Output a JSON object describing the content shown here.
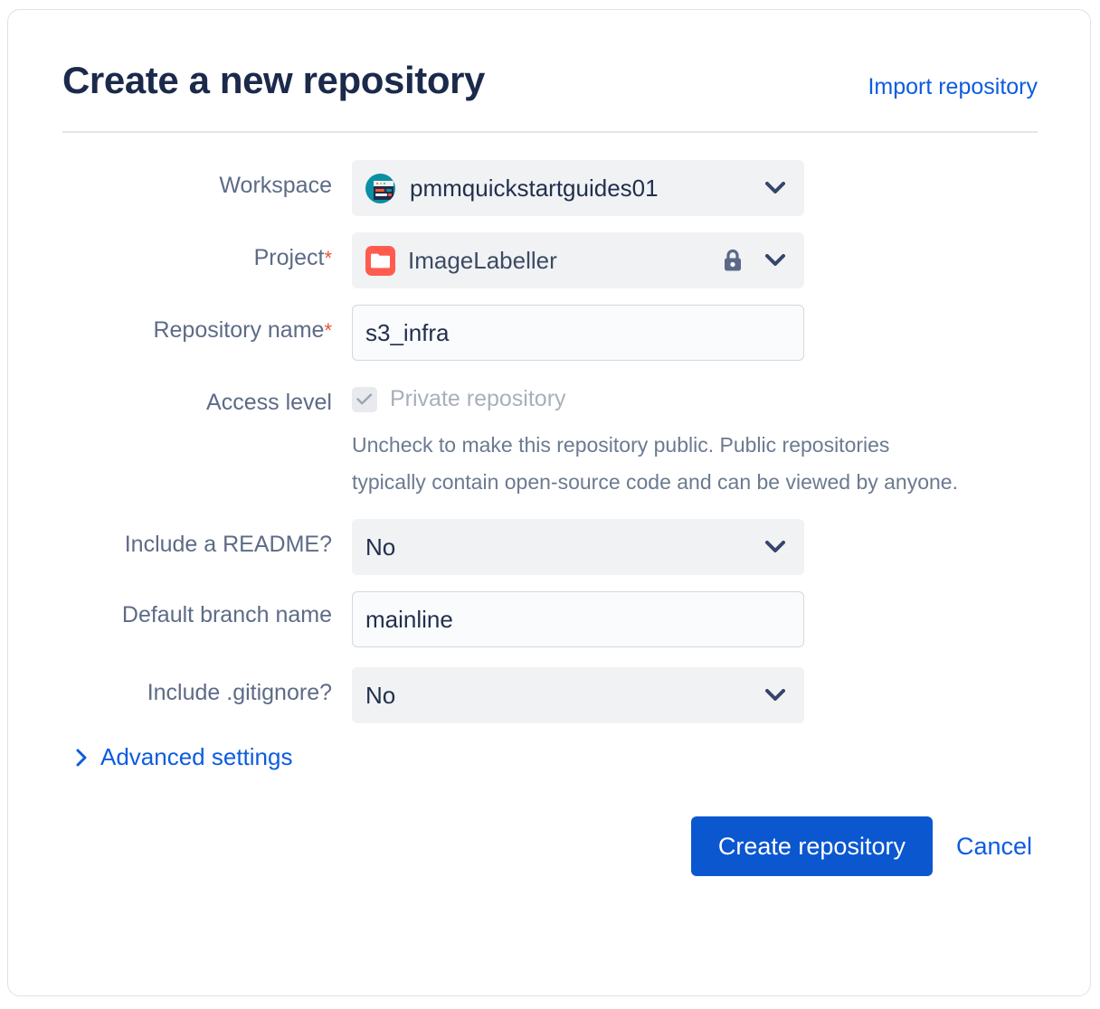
{
  "header": {
    "title": "Create a new repository",
    "import_link": "Import repository"
  },
  "form": {
    "workspace": {
      "label": "Workspace",
      "value": "pmmquickstartguides01",
      "avatar_icon": "workspace-avatar-icon",
      "chevron_icon": "chevron-down-icon"
    },
    "project": {
      "label": "Project",
      "required_marker": "*",
      "value": "ImageLabeller",
      "project_icon": "folder-icon",
      "lock_icon": "lock-icon",
      "chevron_icon": "chevron-down-icon"
    },
    "repository_name": {
      "label": "Repository name",
      "required_marker": "*",
      "value": "s3_infra",
      "placeholder": ""
    },
    "access_level": {
      "label": "Access level",
      "checkbox_label": "Private repository",
      "checked": true,
      "check_icon": "check-icon",
      "help_text": "Uncheck to make this repository public. Public repositories typically contain open-source code and can be viewed by anyone."
    },
    "include_readme": {
      "label": "Include a README?",
      "value": "No",
      "chevron_icon": "chevron-down-icon"
    },
    "default_branch_name": {
      "label": "Default branch name",
      "value": "mainline",
      "placeholder": ""
    },
    "include_gitignore": {
      "label": "Include .gitignore?",
      "value": "No",
      "chevron_icon": "chevron-down-icon"
    },
    "advanced_settings": {
      "label": "Advanced settings",
      "caret_icon": "chevron-right-icon"
    }
  },
  "footer": {
    "create_label": "Create repository",
    "cancel_label": "Cancel"
  },
  "colors": {
    "title": "#1b2a4b",
    "link": "#0c5ce0",
    "primary_button": "#0b57d0",
    "label": "#5d6b86",
    "required_asterisk": "#e8543b",
    "field_background": "#f1f2f4",
    "input_background": "#fafbfc",
    "workspace_avatar": "#0a8fa4",
    "project_icon": "#ff5b4e",
    "lock": "#5a6988",
    "disabled_text": "#a8afbd",
    "help_text": "#6b7a90",
    "card_border": "#dfe1e6",
    "divider": "#e4e6ea"
  }
}
